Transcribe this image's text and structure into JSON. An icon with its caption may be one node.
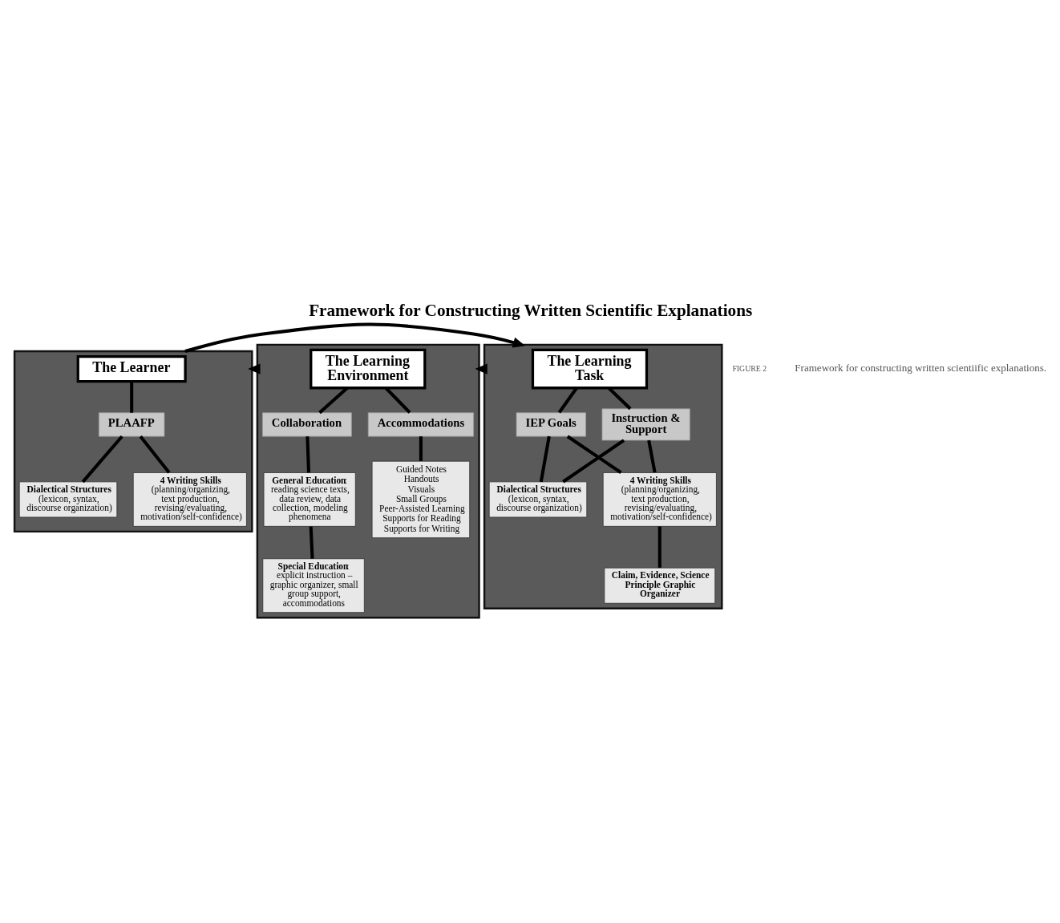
{
  "diagram": {
    "title": "Framework for Constructing Written Scientific Explanations",
    "caption": "Framework for constructing written scientiific explanations.",
    "nodes": [
      {
        "text": [],
        "shape": "box"
      },
      {
        "text": [
          "The Learner"
        ],
        "in": 0
      },
      {
        "text": [
          "PLAAFP"
        ],
        "in": 0
      },
      {
        "text": [
          "Dialectical Structures",
          "(lexicon, syntax, discourse organization)"
        ],
        "in": 0
      },
      {
        "text": [
          "4 Writing Skills",
          "(planning/organizing, text production, revising/evaluating, motivation/self-confidence)"
        ],
        "in": 0
      },
      {
        "text": [],
        "shape": "box"
      },
      {
        "text": [
          "The Learning Environment"
        ],
        "in": 5
      },
      {
        "text": [
          "Collaboration"
        ],
        "in": 5
      },
      {
        "text": [
          "Accommodations"
        ],
        "in": 5
      },
      {
        "text": [
          "**General Education**: reading science texts, data review, data collection, modeling phenomena"
        ],
        "in": 5
      },
      {
        "text": [
          "**Special Education**: explicit instruction – graphic organizer, small group support, accommodations"
        ],
        "in": 5
      },
      {
        "text": [
          "Guided Notes",
          "Handouts",
          "Visuals",
          "Small Groups",
          "Peer-Assisted Learning",
          "Supports for Reading",
          "Supports for Writing"
        ],
        "in": 5
      },
      {
        "text": [],
        "shape": "box"
      },
      {
        "text": [
          "The Learning Task"
        ],
        "in": 12
      },
      {
        "text": [
          "IEP Goals"
        ],
        "in": 12
      },
      {
        "text": [
          "Instruction & Support"
        ],
        "in": 12
      },
      {
        "text": [
          "Dialectical Structures",
          "(lexicon, syntax, discourse organization)"
        ],
        "in": 12
      },
      {
        "text": [
          "4 Writing Skills",
          "(planning/organizing, text production, revising/evaluating, motivation/self-confidence)"
        ],
        "in": 12
      },
      {
        "text": [
          "Claim, Evidence, Science Principle Graphic Organizer"
        ],
        "in": 12
      }
    ],
    "edges": [
      {
        "from": 1,
        "to": 2,
        "arrow": "none"
      },
      {
        "from": 2,
        "to": 3,
        "arrow": "none"
      },
      {
        "from": 2,
        "to": 4,
        "arrow": "none"
      },
      {
        "from": 6,
        "to": 7,
        "arrow": "none"
      },
      {
        "from": 6,
        "to": 8,
        "arrow": "none"
      },
      {
        "from": 7,
        "to": 9,
        "arrow": "none"
      },
      {
        "from": 9,
        "to": 10,
        "arrow": "none"
      },
      {
        "from": 8,
        "to": 11,
        "arrow": "none"
      },
      {
        "from": 13,
        "to": 14,
        "arrow": "none"
      },
      {
        "from": 13,
        "to": 15,
        "arrow": "none"
      },
      {
        "from": 14,
        "to": 16,
        "arrow": "none"
      },
      {
        "from": 14,
        "to": 17,
        "arrow": "none"
      },
      {
        "from": 15,
        "to": 16,
        "arrow": "none"
      },
      {
        "from": 15,
        "to": 17,
        "arrow": "none"
      },
      {
        "from": 17,
        "to": 18,
        "arrow": "none"
      },
      {
        "from": 0,
        "to": 12,
        "arrow": "to"
      },
      {
        "from": 12,
        "to": 5,
        "arrow": "to"
      },
      {
        "from": 5,
        "to": 0,
        "arrow": "to"
      }
    ],
    "labels": [
      "FIGURE 2"
    ]
  }
}
